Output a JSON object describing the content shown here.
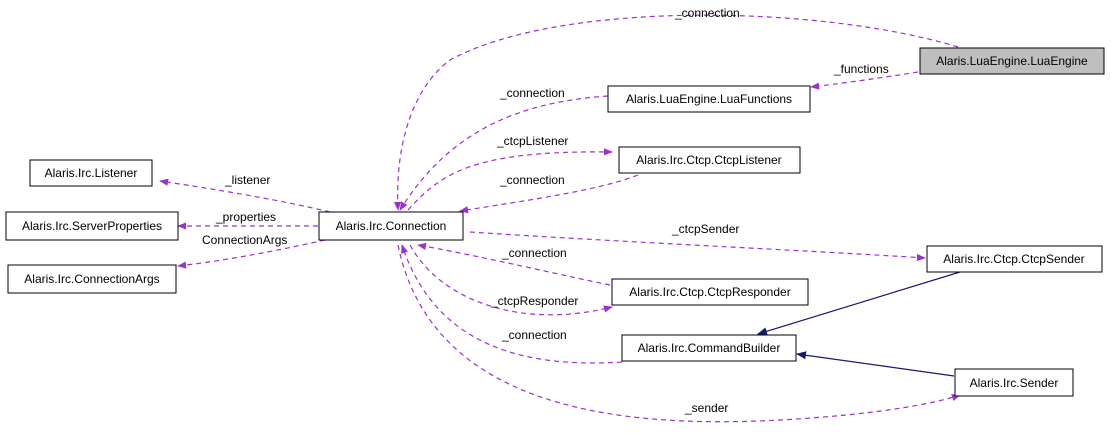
{
  "colors": {
    "usage_edge": "#9a32cd",
    "inherit_edge": "#191970",
    "node_fill": "#ffffff",
    "highlight_fill": "#bfbfbf"
  },
  "nodes": {
    "luaengine": "Alaris.LuaEngine.LuaEngine",
    "luafunctions": "Alaris.LuaEngine.LuaFunctions",
    "listener": "Alaris.Irc.Listener",
    "ctcplistener": "Alaris.Irc.Ctcp.CtcpListener",
    "serverproperties": "Alaris.Irc.ServerProperties",
    "connection": "Alaris.Irc.Connection",
    "connectionargs": "Alaris.Irc.ConnectionArgs",
    "ctcpsender": "Alaris.Irc.Ctcp.CtcpSender",
    "ctcpresponder": "Alaris.Irc.Ctcp.CtcpResponder",
    "commandbuilder": "Alaris.Irc.CommandBuilder",
    "sender": "Alaris.Irc.Sender"
  },
  "edges": {
    "luaengine_connection": "_connection",
    "luaengine_functions": "_functions",
    "luafunctions_connection": "_connection",
    "ctcplistener_label": "_ctcpListener",
    "ctcplistener_connection": "_connection",
    "listener_label": "_listener",
    "properties_label": "_properties",
    "connectionargs_label": "ConnectionArgs",
    "ctcpsender_label": "_ctcpSender",
    "ctcpresponder_connection": "_connection",
    "ctcpresponder_label": "_ctcpResponder",
    "commandbuilder_connection": "_connection",
    "sender_label": "_sender"
  }
}
